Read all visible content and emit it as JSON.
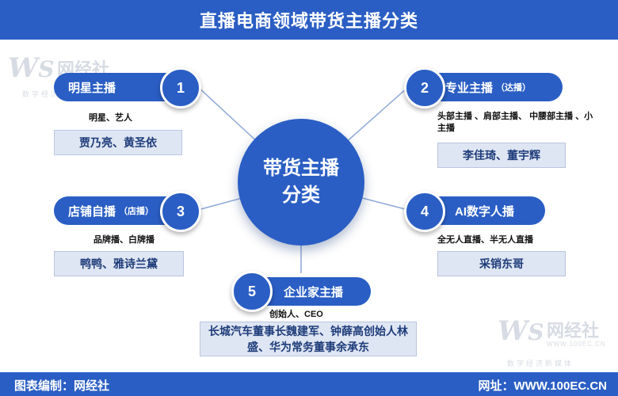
{
  "title": "直播电商领域带货主播分类",
  "watermark": {
    "brand": "网经社",
    "tagline": "数字经济新媒体",
    "url": "WWW.100EC.CN"
  },
  "center": {
    "line1": "带货主播",
    "line2": "分类"
  },
  "categories": [
    {
      "number": "1",
      "label": "明星主播",
      "paren": "",
      "subtitle": "明星、艺人",
      "examples": "贾乃亮、黄圣依"
    },
    {
      "number": "2",
      "label": "专业主播",
      "paren": "（达播）",
      "subtitle": "头部主播 、肩部主播、 中腰部主播 、小主播",
      "examples": "李佳琦、董宇辉"
    },
    {
      "number": "3",
      "label": "店铺自播",
      "paren": "（店播）",
      "subtitle": "品牌播、白牌播",
      "examples": "鸭鸭、雅诗兰黛"
    },
    {
      "number": "4",
      "label": "AI数字人播",
      "paren": "",
      "subtitle": "全无人直播、半无人直播",
      "examples": "采销东哥"
    },
    {
      "number": "5",
      "label": "企业家主播",
      "paren": "",
      "subtitle": "创始人、CEO",
      "examples": "长城汽车董事长魏建军、钟薛高创始人林盛、华为常务董事余承东"
    }
  ],
  "footer": {
    "left": "图表编制：网经社",
    "right": "网址：WWW.100EC.CN"
  },
  "colors": {
    "primary": "#2a5ec4",
    "box_bg": "#dfe6f3"
  }
}
